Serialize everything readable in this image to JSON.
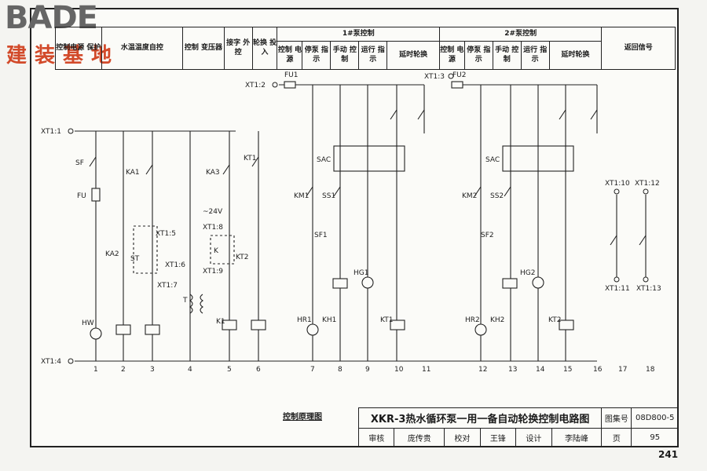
{
  "logo": {
    "brand": "BADE",
    "subtitle": "建装基地"
  },
  "header": {
    "row1": [
      {
        "key": "c1",
        "label": "控制电源 保护"
      },
      {
        "key": "c2",
        "label": "水温温度自控"
      },
      {
        "key": "c3",
        "label": "控制 变压器"
      },
      {
        "key": "c4",
        "label": "接字 外控"
      },
      {
        "key": "c5",
        "label": "轮换 投入"
      },
      {
        "key": "g1",
        "label": "1#泵控制"
      },
      {
        "key": "g2",
        "label": "2#泵控制"
      },
      {
        "key": "c16",
        "label": "返回信号"
      }
    ],
    "row2_pump1": [
      "控制 电源",
      "停泵 指示",
      "手动 控制",
      "运行 指示",
      "延时轮换"
    ],
    "row2_pump2": [
      "控制 电源",
      "停泵 指示",
      "手动 控制",
      "运行 指示",
      "延时轮换"
    ]
  },
  "terminals": {
    "xt1_1": "XT1:1",
    "xt1_2": "XT1:2",
    "xt1_3": "XT1:3",
    "xt1_4": "XT1:4",
    "xt1_5": "XT1:5",
    "xt1_6": "XT1:6",
    "xt1_7": "XT1:7",
    "xt1_8": "XT1:8",
    "xt1_9": "XT1:9",
    "xt1_10": "XT1:10",
    "xt1_11": "XT1:11",
    "xt1_12": "XT1:12",
    "xt1_13": "XT1:13",
    "fu1": "FU1",
    "fu2": "FU2",
    "fu": "FU",
    "sf": "SF",
    "v24": "~24V"
  },
  "components": {
    "ka1": "KA1",
    "ka2": "KA2",
    "ka3": "KA3",
    "st": "ST",
    "t": "T",
    "hw": "HW",
    "k": "K",
    "k1": "K1",
    "kt1": "KT1",
    "kt2": "KT2",
    "sac": "SAC",
    "km1": "KM1",
    "km2": "KM2",
    "ss1": "SS1",
    "ss2": "SS2",
    "sf1": "SF1",
    "sf2": "SF2",
    "hg1": "HG1",
    "hg2": "HG2",
    "hr1": "HR1",
    "hr2": "HR2",
    "kh1": "KH1",
    "kh2": "KH2",
    "kt": "KT1",
    "kt2b": "KT2"
  },
  "columns": [
    "1",
    "2",
    "3",
    "4",
    "5",
    "6",
    "7",
    "8",
    "9",
    "10",
    "11",
    "12",
    "13",
    "14",
    "15",
    "16",
    "17",
    "18"
  ],
  "caption": "控制原理图",
  "titleblock": {
    "title": "XKR-3热水循环泵一用一备自动轮换控制电路图",
    "atlas_label": "图集号",
    "atlas_no": "08D800-5",
    "review": "审核",
    "review_name": "庞传贵",
    "check": "校对",
    "check_name": "王锋",
    "design": "设计",
    "design_name": "李陆峰",
    "page_label": "页",
    "page_no": "95"
  },
  "book_page": "241"
}
